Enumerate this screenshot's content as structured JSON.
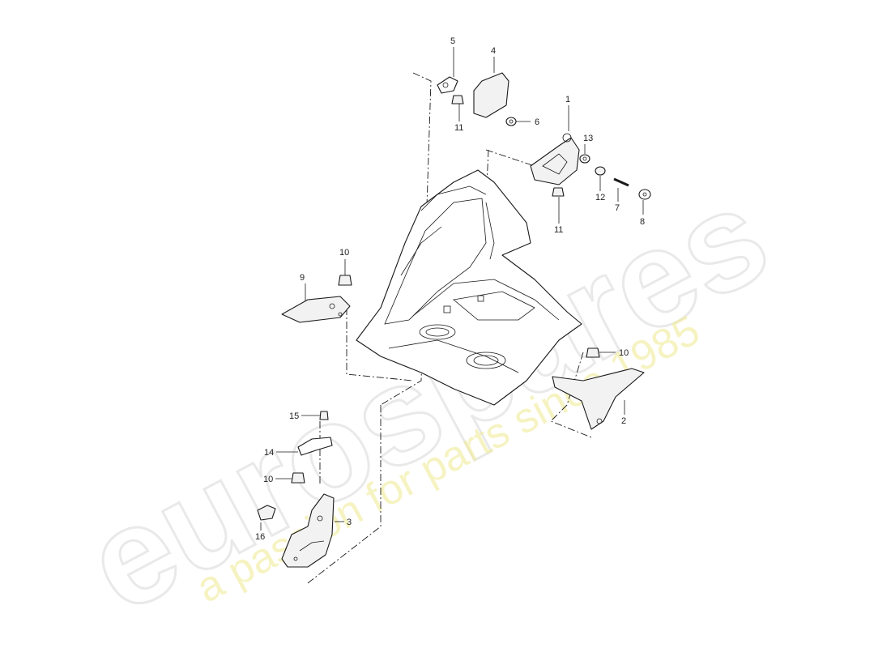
{
  "watermark": {
    "brand": "eurospares",
    "tagline": "a passion for parts since 1985"
  },
  "callouts": [
    "1",
    "2",
    "3",
    "4",
    "5",
    "6",
    "7",
    "8",
    "9",
    "10",
    "10",
    "10",
    "11",
    "11",
    "12",
    "13",
    "14",
    "15",
    "16"
  ],
  "colors": {
    "line": "#1a1a1a",
    "watermark_text": "#d8d8d8",
    "watermark_tagline": "#f1ec9a",
    "background": "#ffffff"
  }
}
